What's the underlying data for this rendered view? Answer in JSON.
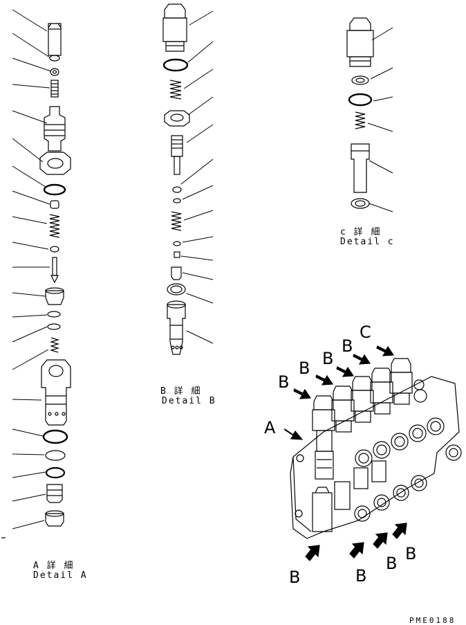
{
  "details": {
    "a": {
      "jp": "A 詳 細",
      "en": "Detail A"
    },
    "b": {
      "jp": "B 詳 細",
      "en": "Detail B"
    },
    "c": {
      "jp": "c 詳 細",
      "en": "Detail c"
    }
  },
  "callouts": {
    "a": "A",
    "b": "B",
    "c": "C"
  },
  "drawing_code": "PME0188"
}
